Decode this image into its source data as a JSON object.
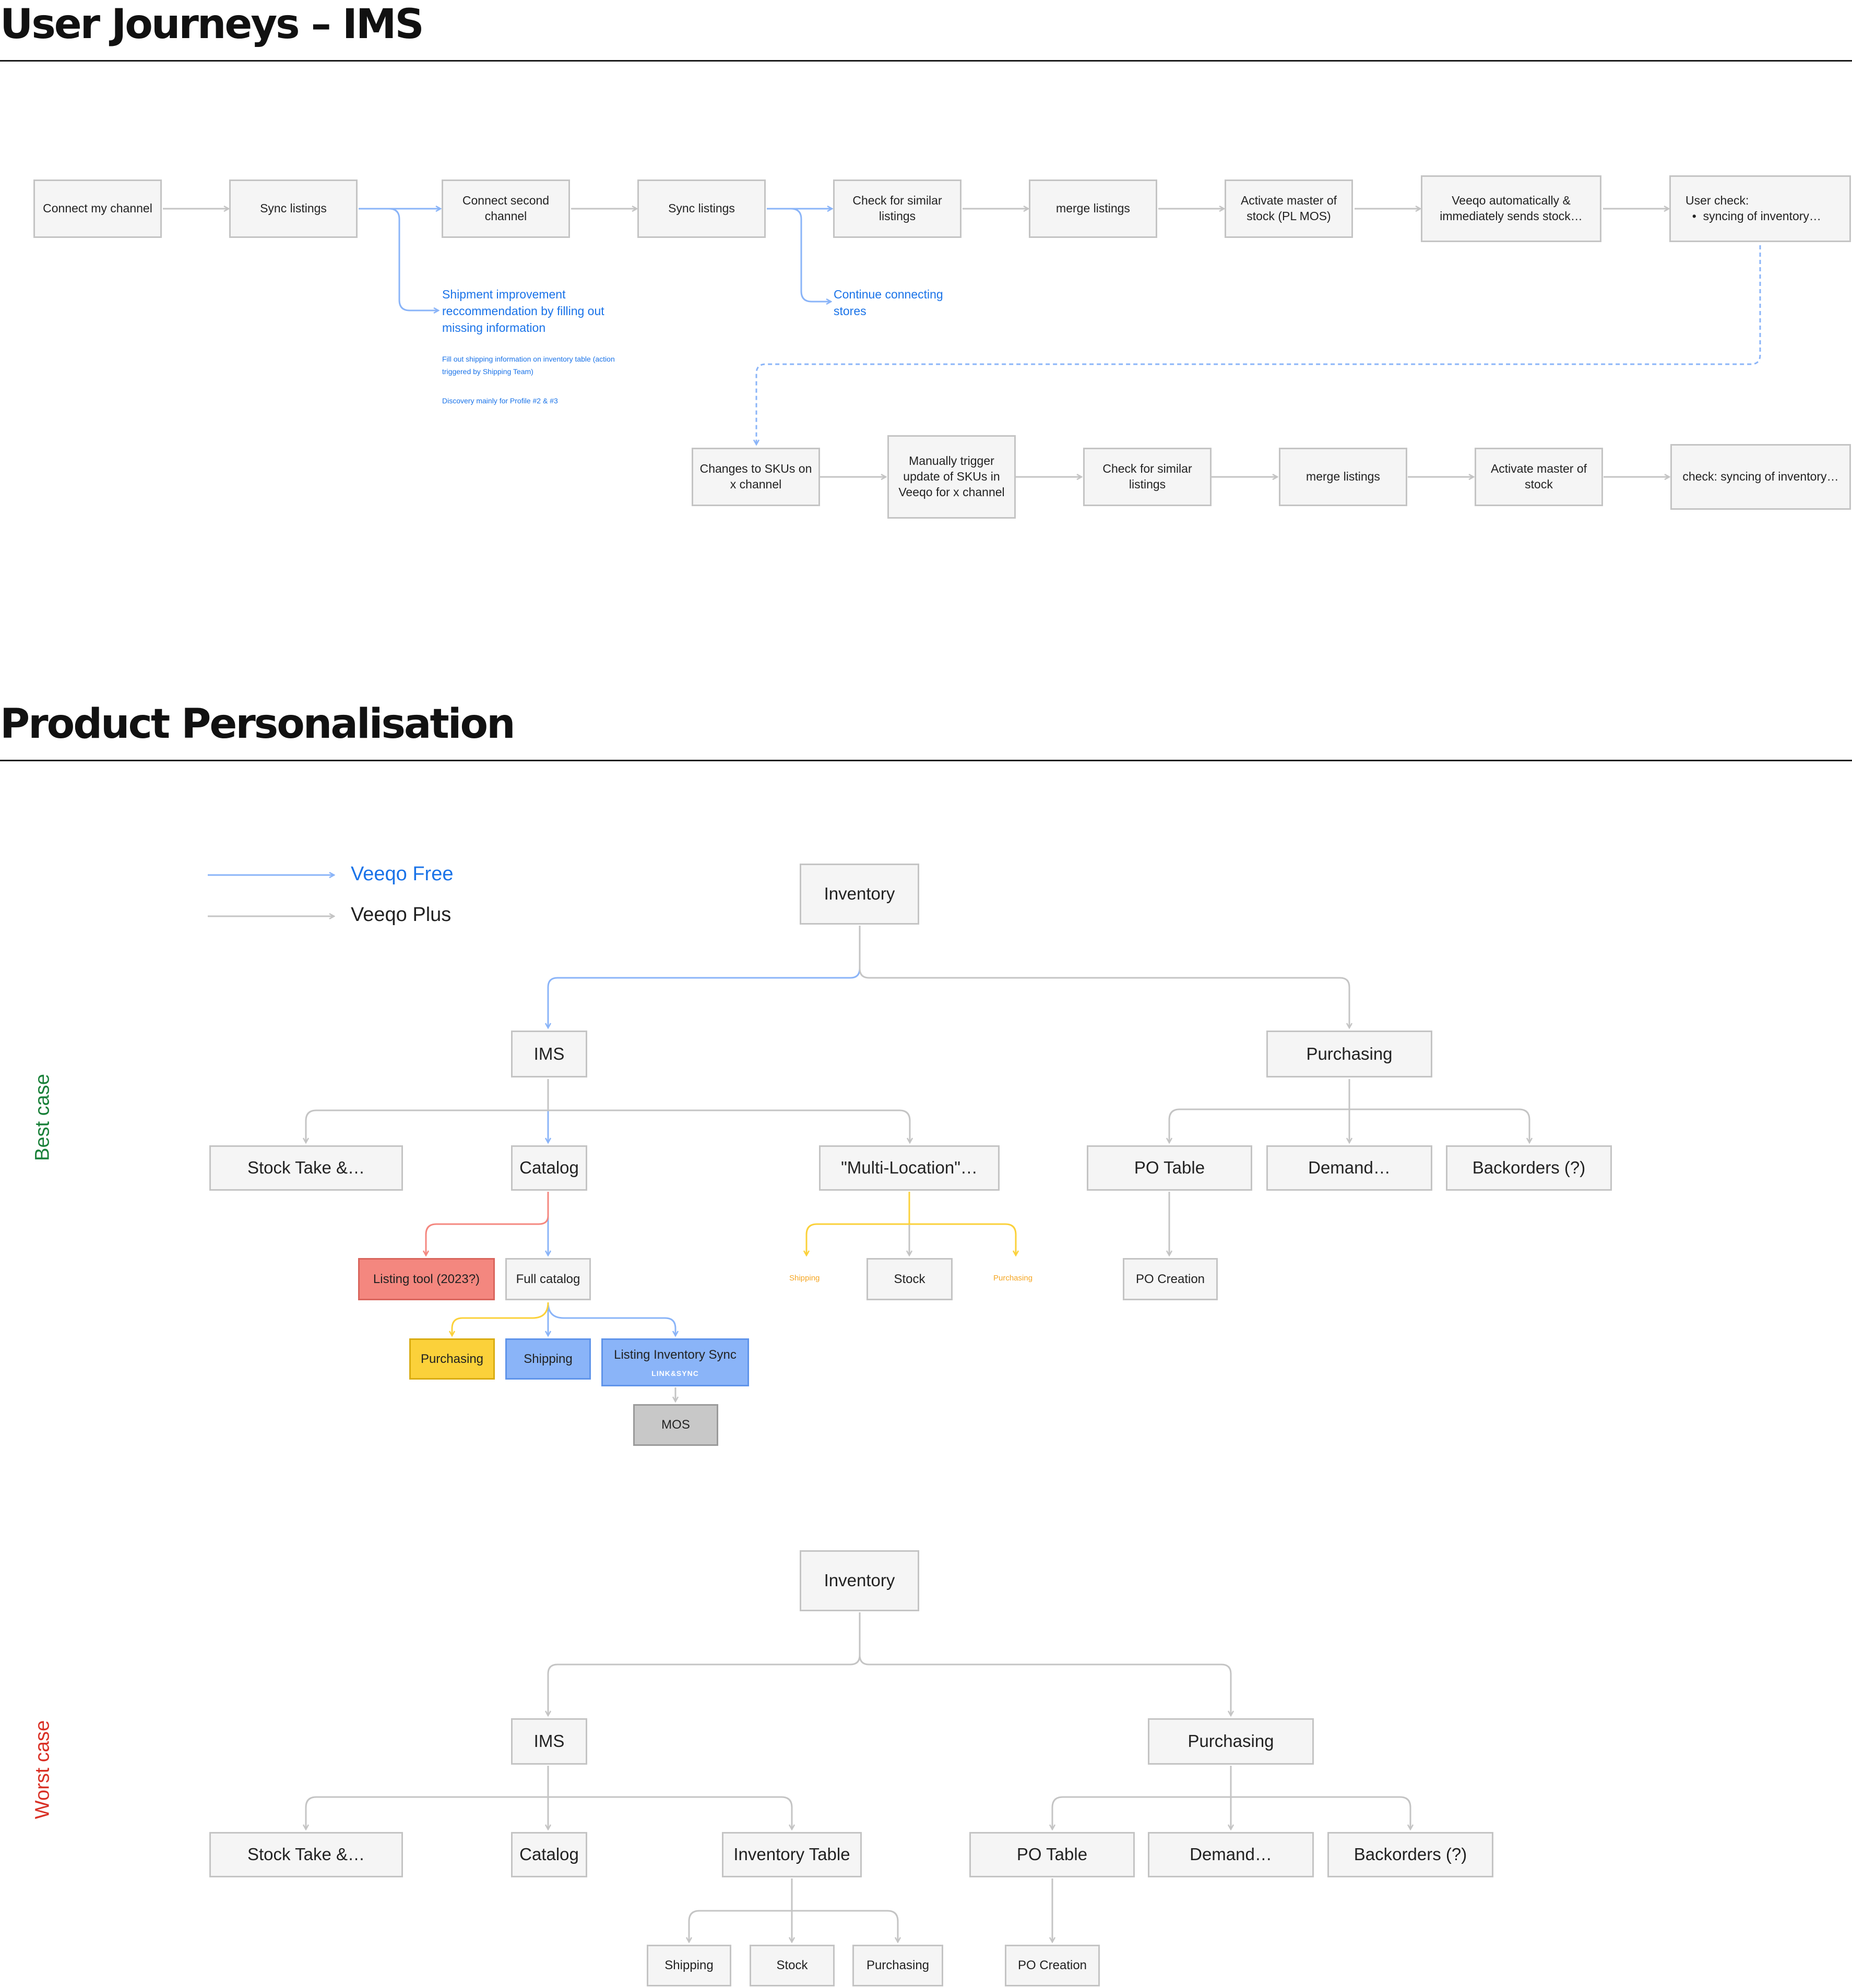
{
  "sections": {
    "user_journeys_title": "User Journeys – IMS",
    "personalisation_title": "Product Personalisation"
  },
  "journey": {
    "row1": [
      "Connect my channel",
      "Sync listings",
      "Connect second channel",
      "Sync listings",
      "Check for similar listings",
      "merge listings",
      "Activate master of stock (PL MOS)",
      "Veeqo automatically & immediately sends stock…"
    ],
    "user_check": {
      "label": "User check:",
      "bullet": "syncing of inventory…"
    },
    "row2": [
      "Changes to SKUs on x channel",
      "Manually trigger update of SKUs in Veeqo for x channel",
      "Check for similar listings",
      "merge listings",
      "Activate master of stock",
      "check: syncing of inventory…"
    ],
    "branch_shipment": "Shipment improvement reccommendation by filling out missing information",
    "branch_fill_note": "Fill out shipping information on inventory table (action triggered by Shipping Team)",
    "branch_discovery_note": "Discovery mainly for Profile #2 & #3",
    "branch_continue": "Continue connecting stores"
  },
  "legend": {
    "free": "Veeqo Free",
    "plus": "Veeqo Plus"
  },
  "best_case": {
    "label": "Best case",
    "inventory": "Inventory",
    "ims": "IMS",
    "purchasing": "Purchasing",
    "stock_take": "Stock Take &…",
    "catalog": "Catalog",
    "multi_location": "\"Multi-Location\"…",
    "po_table": "PO Table",
    "demand": "Demand…",
    "backorders": "Backorders (?)",
    "listing_tool": "Listing tool (2023?)",
    "full_catalog": "Full catalog",
    "ml_shipping": "Shipping",
    "ml_stock": "Stock",
    "ml_purchasing": "Purchasing",
    "po_creation": "PO Creation",
    "fc_purchasing": "Purchasing",
    "fc_shipping": "Shipping",
    "fc_listing_sync": "Listing Inventory Sync",
    "fc_listing_sync_tag": "LINK&SYNC",
    "mos": "MOS"
  },
  "worst_case": {
    "label": "Worst case",
    "inventory": "Inventory",
    "ims": "IMS",
    "purchasing": "Purchasing",
    "stock_take": "Stock Take &…",
    "catalog": "Catalog",
    "inventory_table": "Inventory Table",
    "po_table": "PO Table",
    "demand": "Demand…",
    "backorders": "Backorders (?)",
    "it_shipping": "Shipping",
    "it_stock": "Stock",
    "it_purchasing": "Purchasing",
    "po_creation": "PO Creation"
  },
  "colors": {
    "free_line": "#8ab4f8",
    "plus_line": "#c4c4c4",
    "link_blue": "#1a73e8",
    "best_case": "#188038",
    "worst_case": "#d93025",
    "listing_tool": "#f4877f",
    "purchasing_yellow": "#fbd13a",
    "shipping_blue": "#8ab4f8",
    "mos_grey": "#c8c8c8",
    "multi_location_accent": "#f5a623"
  }
}
